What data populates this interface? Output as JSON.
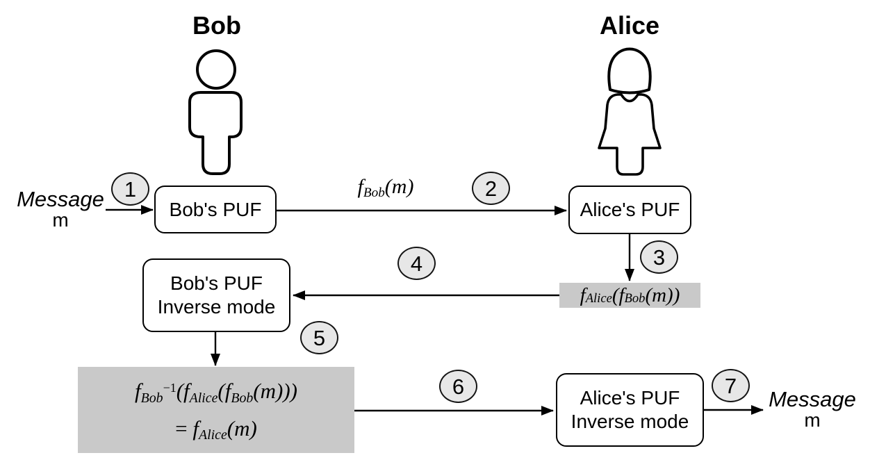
{
  "participants": {
    "bob": {
      "title": "Bob",
      "icon": "male-person-icon"
    },
    "alice": {
      "title": "Alice",
      "icon": "female-person-icon"
    }
  },
  "messages": {
    "input": {
      "word": "Message",
      "symbol": "m"
    },
    "output": {
      "word": "Message",
      "symbol": "m"
    }
  },
  "boxes": {
    "bob_puf": {
      "label": "Bob's PUF"
    },
    "alice_puf": {
      "label": "Alice's PUF"
    },
    "bob_puf_inverse": {
      "line1": "Bob's PUF",
      "line2": "Inverse mode"
    },
    "alice_puf_inverse": {
      "line1": "Alice's PUF",
      "line2": "Inverse mode"
    }
  },
  "steps": [
    "1",
    "2",
    "3",
    "4",
    "5",
    "6",
    "7"
  ],
  "math": {
    "f_bob_m": {
      "f": "f",
      "sub": "Bob",
      "tail": "(m)"
    },
    "f_alice_f_bob_m": {
      "f1": "f",
      "sub1": "Alice",
      "open1": "(",
      "f2": "f",
      "sub2": "Bob",
      "tail": "(m))"
    },
    "result_line1": {
      "f1": "f",
      "sub1": "Bob",
      "sup1": "−1",
      "open1": "(",
      "f2": "f",
      "sub2": "Alice",
      "open2": "(",
      "f3": "f",
      "sub3": "Bob",
      "tail": "(m)))"
    },
    "result_line2": {
      "eq": "=",
      "f": "f",
      "sub": "Alice",
      "tail": "(m)"
    }
  },
  "colors": {
    "highlight_gray": "#c9c9c9",
    "badge_gray": "#e7e7e7",
    "stroke_black": "#000000"
  }
}
